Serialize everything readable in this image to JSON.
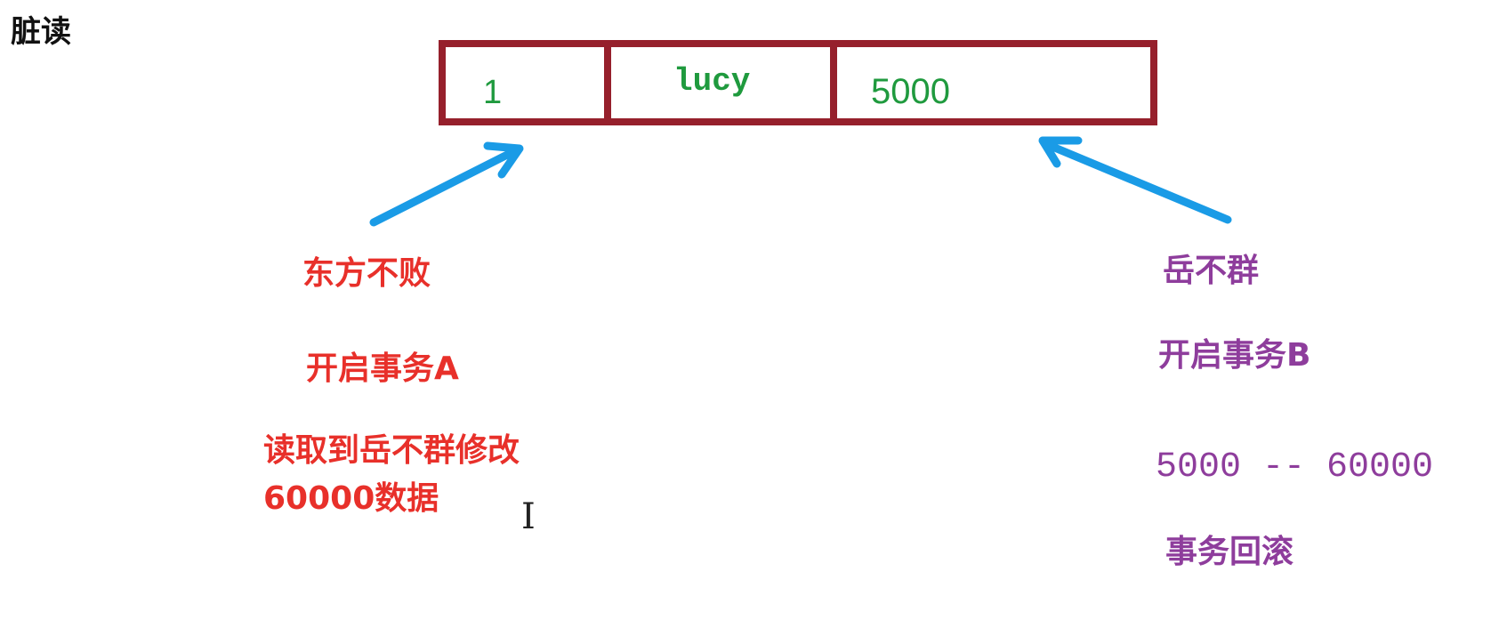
{
  "title": "脏读",
  "record": {
    "id": "1",
    "name": "lucy",
    "salary": "5000"
  },
  "transaction_a": {
    "user": "东方不败",
    "action": "开启事务A",
    "read_line1": "读取到岳不群修改",
    "read_line2": "60000数据"
  },
  "transaction_b": {
    "user": "岳不群",
    "action": "开启事务B",
    "update": "5000 -- 60000",
    "rollback": "事务回滚"
  },
  "colors": {
    "record_border": "#96202c",
    "record_text": "#1f9a3e",
    "arrow": "#1a9be6",
    "transaction_a": "#e8302a",
    "transaction_b": "#8e3d9c"
  },
  "icons": {
    "cursor": "text-cursor-icon"
  }
}
